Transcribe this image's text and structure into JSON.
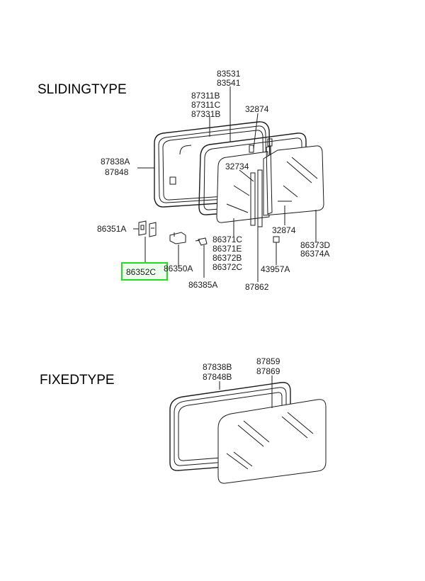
{
  "sections": {
    "sliding": "SLIDINGTYPE",
    "fixed": "FIXEDTYPE"
  },
  "parts": {
    "p83531": "83531",
    "p83541": "83541",
    "p87311B": "87311B",
    "p87311C": "87311C",
    "p87331B": "87331B",
    "p32874_top": "32874",
    "p87838A": "87838A",
    "p87848": "87848",
    "p32734": "32734",
    "p86351A": "86351A",
    "p86352C": "86352C",
    "p86350A": "86350A",
    "p86385A": "86385A",
    "p86371C": "86371C",
    "p86371E": "86371E",
    "p86372B": "86372B",
    "p86372C": "86372C",
    "p87862": "87862",
    "p43957A": "43957A",
    "p32874_bottom": "32874",
    "p86373D": "86373D",
    "p86374A": "86374A",
    "p87838B": "87838B",
    "p87848B": "87848B",
    "p87859": "87859",
    "p87869": "87869"
  },
  "highlight": {
    "part": "86352C",
    "color": "#22dd22",
    "fill": "#eeffee"
  }
}
